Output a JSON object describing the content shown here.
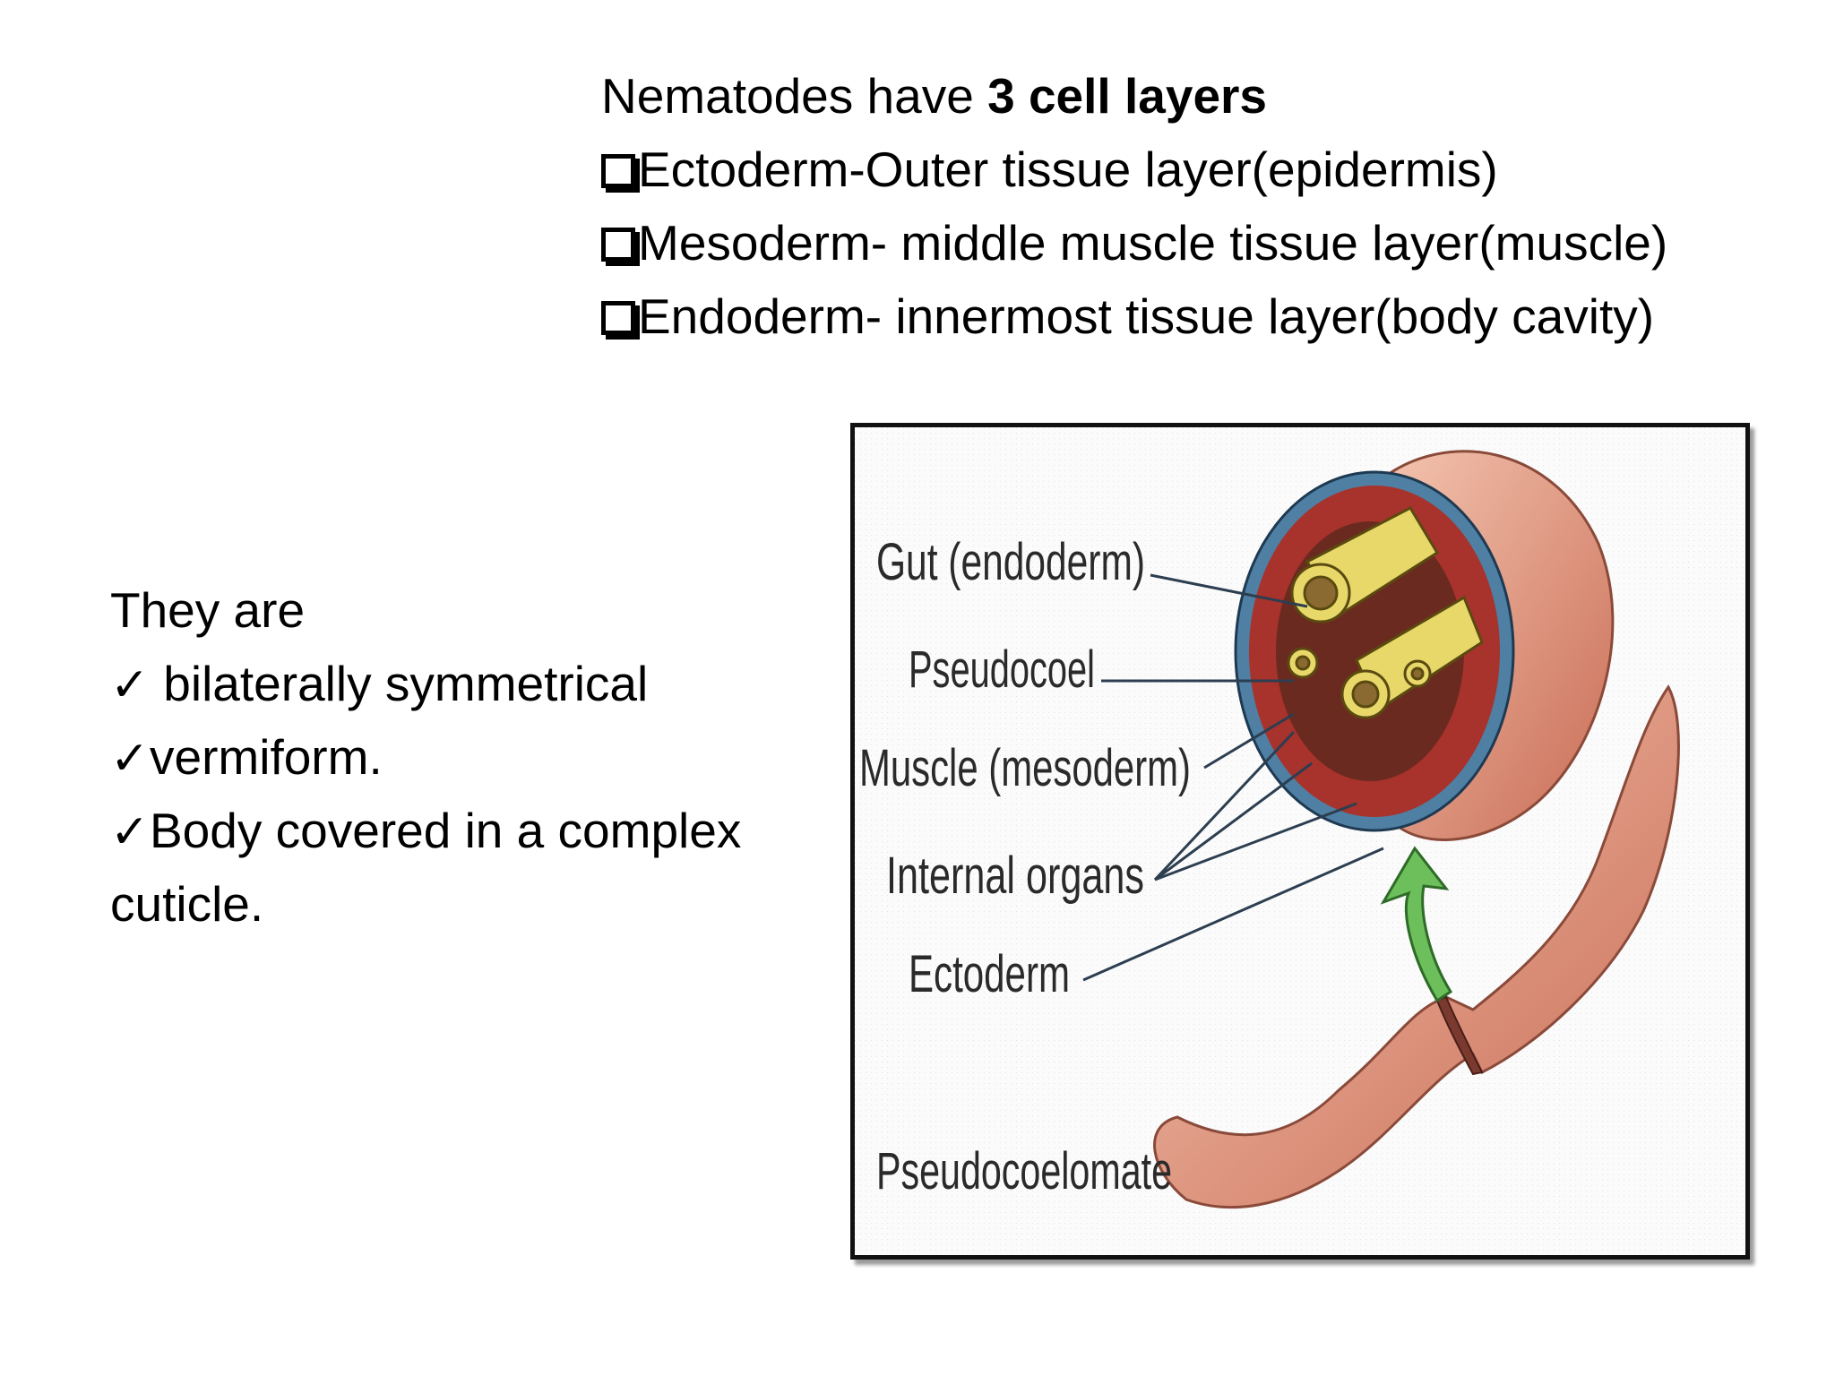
{
  "title": {
    "prefix": "Nematodes have ",
    "bold": "3 cell layers"
  },
  "layers": [
    "Ectoderm-Outer tissue layer(epidermis)",
    "Mesoderm- middle muscle tissue layer(muscle)",
    "Endoderm- innermost tissue layer(body cavity)"
  ],
  "traits": {
    "intro": "They are",
    "items": [
      " bilaterally symmetrical",
      "vermiform.",
      "Body covered in a complex"
    ],
    "continuation": "cuticle."
  },
  "figure": {
    "labels": {
      "gut": "Gut (endoderm)",
      "pseudocoel": "Pseudocoel",
      "muscle": "Muscle (mesoderm)",
      "internal_organs": "Internal organs",
      "ectoderm": "Ectoderm",
      "pseudocoelomate": "Pseudocoelomate"
    }
  },
  "colors": {
    "ectoderm_blue": "#4f7fa3",
    "muscle_red": "#a8322c",
    "pseudocoel_dark": "#6b2a20",
    "organ_yellow": "#e8d86a",
    "body_skin": "#e8a48e",
    "arrow_green": "#6cbf5a"
  }
}
